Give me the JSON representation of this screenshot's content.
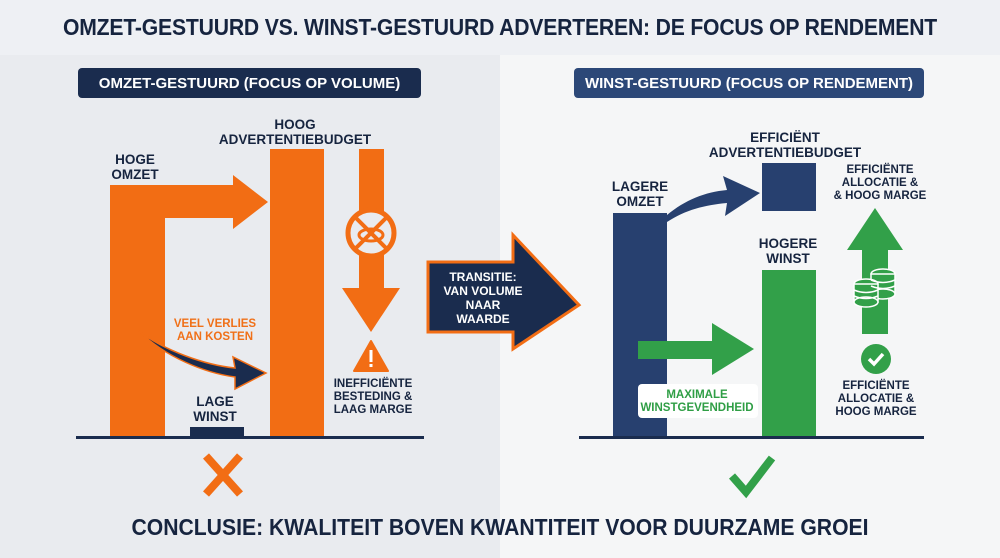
{
  "title": "OMZET-GESTUURD VS. WINST-GESTUURD ADVERTEREN: DE FOCUS OP RENDEMENT",
  "colors": {
    "orange": "#f26d14",
    "navy": "#1a2c4e",
    "blue": "#27406f",
    "green": "#32a049",
    "bg_left": "#e9ebef",
    "bg_right": "#f5f6f7"
  },
  "left_panel": {
    "header": "OMZET-GESTUURD (FOCUS OP VOLUME)",
    "high_revenue": {
      "line1": "HOGE",
      "line2": "OMZET"
    },
    "high_budget": {
      "line1": "HOOG",
      "line2": "ADVERTENTIEBUDGET"
    },
    "loss_label": {
      "line1": "VEEL VERLIES",
      "line2": "AAN KOSTEN"
    },
    "low_profit": {
      "line1": "LAGE",
      "line2": "WINST"
    },
    "inefficient": {
      "line1": "INEFFICIËNTE",
      "line2": "BESTEDING &",
      "line3": "LAAG MARGE"
    },
    "verdict_icon": "cross-icon"
  },
  "transition": {
    "line1": "TRANSITIE:",
    "line2": "VAN VOLUME",
    "line3": "NAAR WAARDE"
  },
  "right_panel": {
    "header": "WINST-GESTUURD (FOCUS OP RENDEMENT)",
    "lower_revenue": {
      "line1": "LAGERE",
      "line2": "OMZET"
    },
    "efficient_budget": {
      "line1": "EFFICIËNT",
      "line2": "ADVERTENTIEBUDGET"
    },
    "efficient_top": {
      "line1": "EFFICIËNTE",
      "line2": "ALLOCATIE &",
      "line3": "& HOOG MARGE"
    },
    "higher_profit": {
      "line1": "HOGERE",
      "line2": "WINST"
    },
    "max_profit": {
      "line1": "MAXIMALE",
      "line2": "WINSTGEVENDHEID"
    },
    "efficient_bottom": {
      "line1": "EFFICIËNTE",
      "line2": "ALLOCATIE &",
      "line3": "HOOG MARGE"
    },
    "verdict_icon": "check-icon"
  },
  "conclusion": "CONCLUSIE: KWALITEIT BOVEN KWANTITEIT VOOR DUURZAME GROEI"
}
